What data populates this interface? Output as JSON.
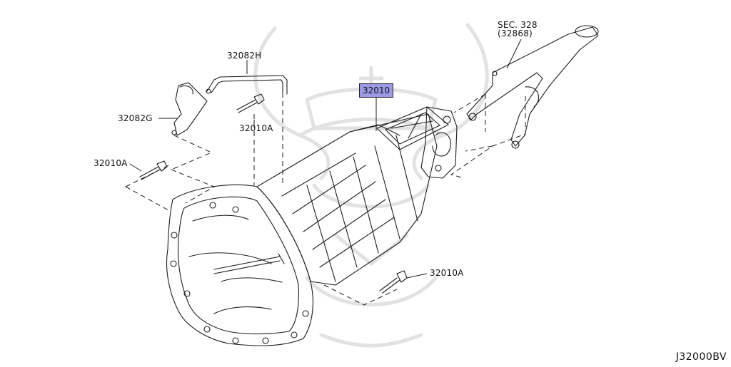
{
  "diagram": {
    "selected_part": "32010",
    "colors": {
      "highlight": "#9c9ae6",
      "line": "#222222",
      "watermark": "#e3e3e3"
    },
    "labels": {
      "sec_ref": "SEC. 328",
      "sec_sub": "(32868)",
      "breather_hose": "32082H",
      "clip": "32082G",
      "bolt_top": "32010A",
      "bolt_left": "32010A",
      "bolt_bottom": "32010A"
    },
    "diagram_code": "J32000BV",
    "watermark_icon": "samurai-helmet-watermark-icon"
  }
}
